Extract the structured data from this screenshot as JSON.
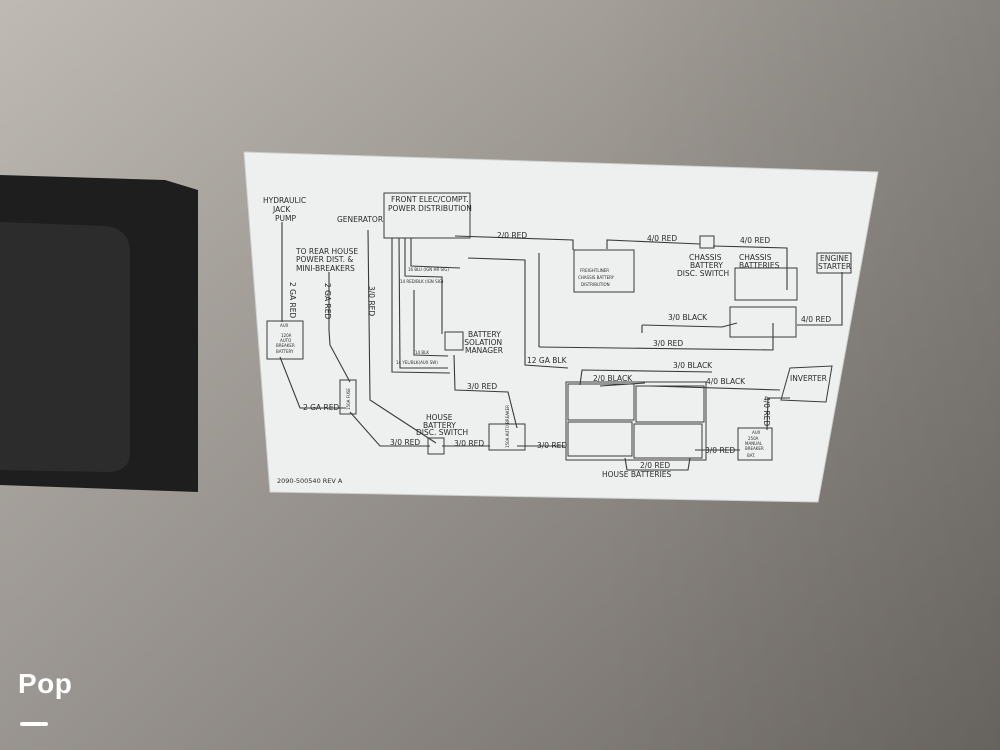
{
  "diagram": {
    "labels": {
      "hydraulic": [
        "HYDRAULIC",
        "JACK",
        "PUMP"
      ],
      "generator": "GENERATOR",
      "rear_house": [
        "TO REAR HOUSE",
        "POWER DIST. &",
        "MINI-BREAKERS"
      ],
      "front_elec": [
        "FRONT ELEC/COMPT.",
        "POWER DISTRIBUTION"
      ],
      "freightliner": [
        "FREIGHTLINER",
        "CHASSIS BATTERY",
        "DISTRIBUTION"
      ],
      "chassis_switch": [
        "CHASSIS",
        "BATTERY",
        "DISC. SWITCH"
      ],
      "chassis_batteries": [
        "CHASSIS",
        "BATTERIES"
      ],
      "engine_starter": [
        "ENGINE",
        "STARTER"
      ],
      "isolation_manager": [
        "BATTERY",
        "ISOLATION",
        "MANAGER"
      ],
      "house_switch": [
        "HOUSE",
        "BATTERY",
        "DISC. SWITCH"
      ],
      "house_batteries": "HOUSE BATTERIES",
      "inverter": "INVERTER",
      "auto_breaker": [
        "AUX",
        "120A",
        "AUTO",
        "BREAKER",
        "BATTERY"
      ],
      "fuse": "150A FUSE",
      "manual_breaker": [
        "AUX",
        "250A",
        "MANUAL",
        "BREAKER",
        "BAT."
      ],
      "auto_breaker_2": "150A AUTO BREAKER",
      "part_number": "2090-500540 REV A"
    },
    "wires": {
      "w_2_0_red_top": "2/0 RED",
      "w_4_0_red_a": "4/0 RED",
      "w_4_0_red_b": "4/0 RED",
      "w_3_0_black_chassis": "3/0 BLACK",
      "w_4_0_red_starter": "4/0 RED",
      "w_3_0_red_chassis": "3/0 RED",
      "w_2ga_red_a": "2 GA RED",
      "w_2ga_red_b": "2 GA RED",
      "w_3_0_red_gen": "3/0 RED",
      "w_16_blu": "16 BLU (IGN HR SIG)",
      "w_14_red_blk": "14 RED/BLK (IGN SIG)",
      "w_14_blk": "14 BLK",
      "w_14_yel": "14 YEL/BLK(AUX SW)",
      "w_12ga_blk": "12 GA BLK",
      "w_3_0_black_house": "3/0 BLACK",
      "w_2_0_black": "2/0 BLACK",
      "w_4_0_black": "4/0  BLACK",
      "w_3_0_red_iso": "3/0 RED",
      "w_4_0_red_inv": "4/0 RED",
      "w_2ga_red_c": "2 GA RED",
      "w_3_0_red_sw1": "3/0 RED",
      "w_3_0_red_sw2": "3/0 RED",
      "w_3_0_red_bat": "3/0 RED",
      "w_2_0_red_bottom": "2/0 RED",
      "w_3_0_red_man": "3/0 RED"
    }
  },
  "watermark": "Pop"
}
